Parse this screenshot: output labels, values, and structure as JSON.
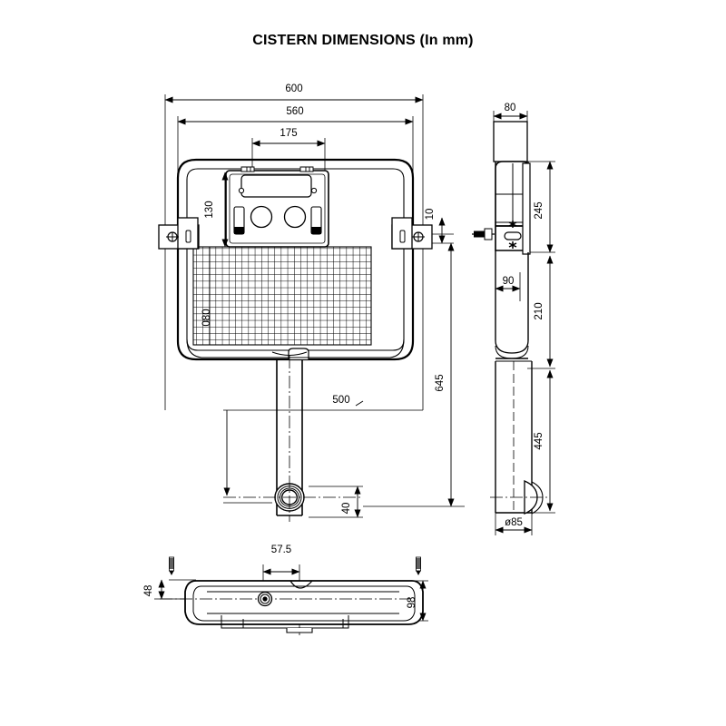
{
  "document": {
    "title": "CISTERN DIMENSIONS (In mm)",
    "units": "mm",
    "background_color": "#ffffff",
    "line_color": "#000000"
  },
  "views": {
    "front": {
      "name": "front-elevation-view",
      "dimensions": {
        "overall_width": "600",
        "frame_width": "560",
        "plate_width": "175",
        "plate_height": "130",
        "bracket_offset": "10",
        "tank_height": "080",
        "pipe_drop": "500",
        "overall_height": "645",
        "outlet_height": "40"
      }
    },
    "side": {
      "name": "side-elevation-view",
      "dimensions": {
        "depth_top": "80",
        "cistern_height": "245",
        "body_depth": "90",
        "upper_leg": "210",
        "lower_leg": "445",
        "outlet_diameter": "ø85"
      }
    },
    "plan": {
      "name": "plan-bottom-view",
      "dimensions": {
        "centre_offset": "57.5",
        "front_offset": "48",
        "total_depth": "98"
      }
    }
  },
  "dimension_labels": [
    {
      "id": "d-600",
      "value": "600",
      "view": "front",
      "orientation": "horizontal"
    },
    {
      "id": "d-560",
      "value": "560",
      "view": "front",
      "orientation": "horizontal"
    },
    {
      "id": "d-175",
      "value": "175",
      "view": "front",
      "orientation": "horizontal"
    },
    {
      "id": "d-130",
      "value": "130",
      "view": "front",
      "orientation": "vertical"
    },
    {
      "id": "d-10",
      "value": "10",
      "view": "front",
      "orientation": "vertical"
    },
    {
      "id": "d-080",
      "value": "080",
      "view": "front",
      "orientation": "vertical"
    },
    {
      "id": "d-500",
      "value": "500",
      "view": "front",
      "orientation": "horizontal"
    },
    {
      "id": "d-645",
      "value": "645",
      "view": "front",
      "orientation": "vertical"
    },
    {
      "id": "d-40",
      "value": "40",
      "view": "front",
      "orientation": "vertical"
    },
    {
      "id": "d-80",
      "value": "80",
      "view": "side",
      "orientation": "horizontal"
    },
    {
      "id": "d-245",
      "value": "245",
      "view": "side",
      "orientation": "vertical"
    },
    {
      "id": "d-90",
      "value": "90",
      "view": "side",
      "orientation": "horizontal"
    },
    {
      "id": "d-210",
      "value": "210",
      "view": "side",
      "orientation": "vertical"
    },
    {
      "id": "d-445",
      "value": "445",
      "view": "side",
      "orientation": "vertical"
    },
    {
      "id": "d-85",
      "value": "ø85",
      "view": "side",
      "orientation": "horizontal"
    },
    {
      "id": "d-575",
      "value": "57.5",
      "view": "plan",
      "orientation": "horizontal"
    },
    {
      "id": "d-48",
      "value": "48",
      "view": "plan",
      "orientation": "vertical"
    },
    {
      "id": "d-98",
      "value": "98",
      "view": "plan",
      "orientation": "vertical"
    }
  ]
}
